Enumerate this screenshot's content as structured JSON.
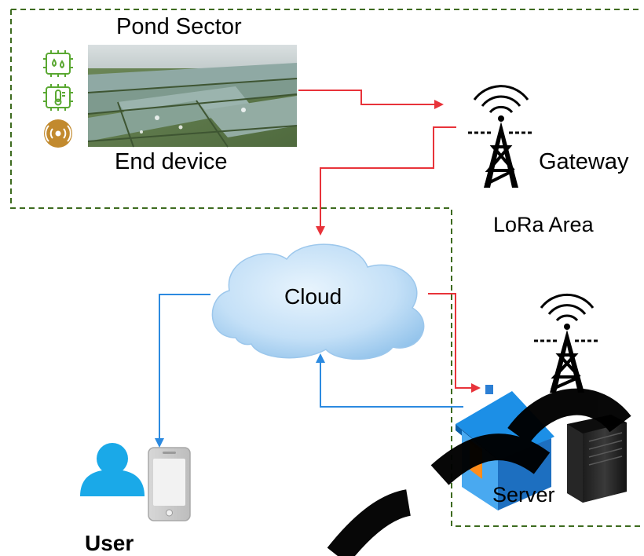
{
  "labels": {
    "pond_sector": "Pond Sector",
    "end_device": "End device",
    "gateway": "Gateway",
    "lora_area": "LoRa Area",
    "cloud": "Cloud",
    "server": "Server",
    "user": "User"
  },
  "icons": {
    "sensor_1": "water-drop-sensor-icon",
    "sensor_2": "thermometer-sensor-icon",
    "sensor_3": "wireless-signal-icon",
    "gateway": "radio-tower-icon",
    "server_tower": "radio-tower-icon",
    "house": "house-icon",
    "server": "server-icon",
    "user": "user-icon",
    "phone": "smartphone-icon"
  },
  "colors": {
    "boundary": "#3d6b1f",
    "uplink_arrow": "#e8333a",
    "downlink_arrow": "#2c8ae0",
    "sensor_green": "#5aa832",
    "signal_gold": "#c28a2e",
    "cloud_fill": "#bcdcf6",
    "user_blue": "#1aa9e8",
    "watermark": "#000000"
  }
}
